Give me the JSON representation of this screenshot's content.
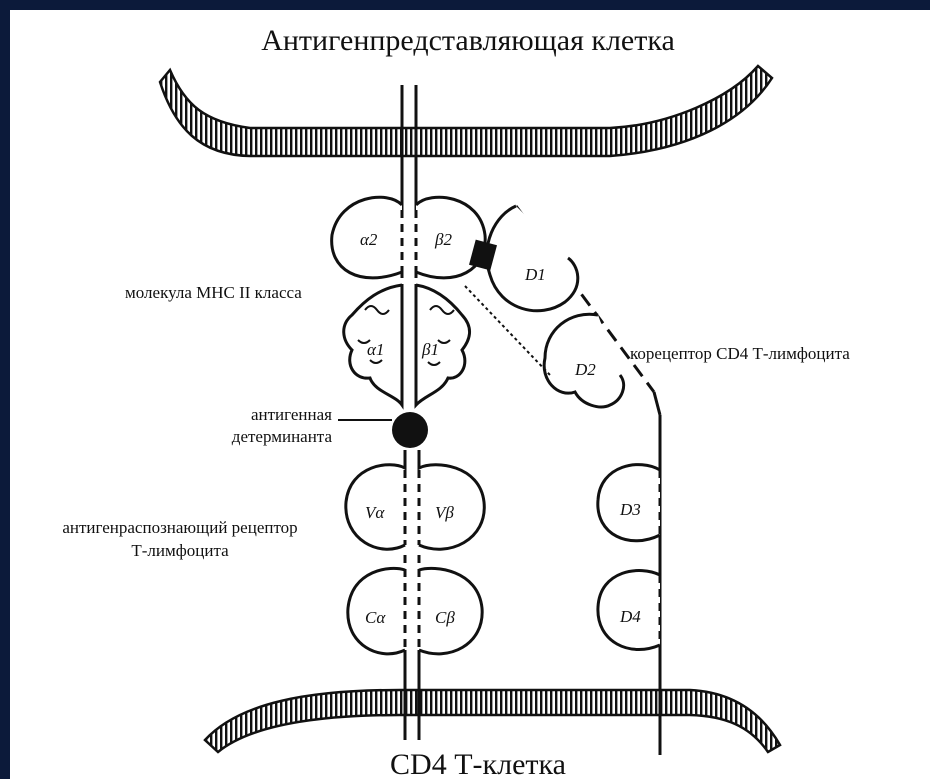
{
  "title_top": "Антигенпредставляющая клетка",
  "title_bottom": "CD4 Т-клетка",
  "labels": {
    "mhc": "молекула МНС II класса",
    "antigen_1": "антигенная",
    "antigen_2": "детерминанта",
    "tcr_1": "антигенраспознающий рецептор",
    "tcr_2": "Т-лимфоцита",
    "cd4": "корецептор CD4 Т-лимфоцита"
  },
  "domains": {
    "a2": "α2",
    "b2": "β2",
    "a1": "α1",
    "b1": "β1",
    "va": "Vα",
    "vb": "Vβ",
    "ca": "Cα",
    "cb": "Cβ",
    "d1": "D1",
    "d2": "D2",
    "d3": "D3",
    "d4": "D4"
  },
  "colors": {
    "background_frame": "#0c1a3a",
    "canvas": "#ffffff",
    "ink": "#111111"
  }
}
